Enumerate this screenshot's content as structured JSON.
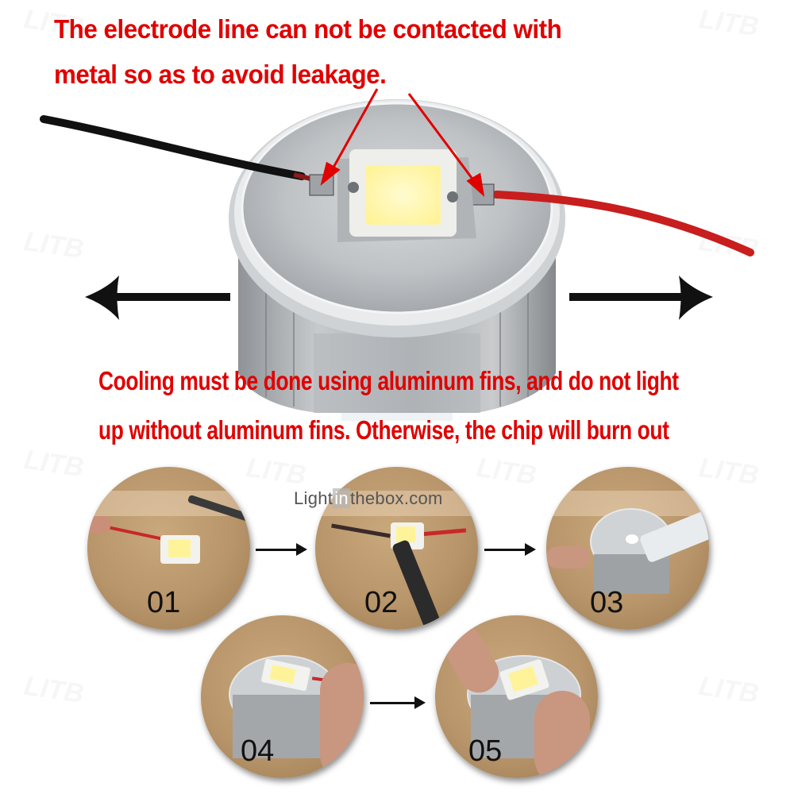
{
  "headline_top": {
    "line1": "The electrode line can not be contacted with",
    "line2": "metal so as to avoid leakage."
  },
  "headline_bottom": {
    "line1": "Cooling must be done using aluminum fins, and do not light",
    "line2": "up without aluminum fins. Otherwise, the chip will burn out"
  },
  "colors": {
    "headline_red": "#e00000",
    "wire_red": "#c81e1e",
    "wire_black": "#111111",
    "led_yellow": "#fff6a8",
    "heatsink_gray": "#b9bcbf"
  },
  "hero": {
    "left_arrow": "arrow-left-icon",
    "right_arrow": "arrow-right-icon",
    "callout_arrows": 2
  },
  "brand": {
    "pre": "Light",
    "mid": "in",
    "post": "thebox",
    "suffix": ".com"
  },
  "watermark": "LITB",
  "steps": [
    {
      "label": "01"
    },
    {
      "label": "02"
    },
    {
      "label": "03"
    },
    {
      "label": "04"
    },
    {
      "label": "05"
    }
  ]
}
